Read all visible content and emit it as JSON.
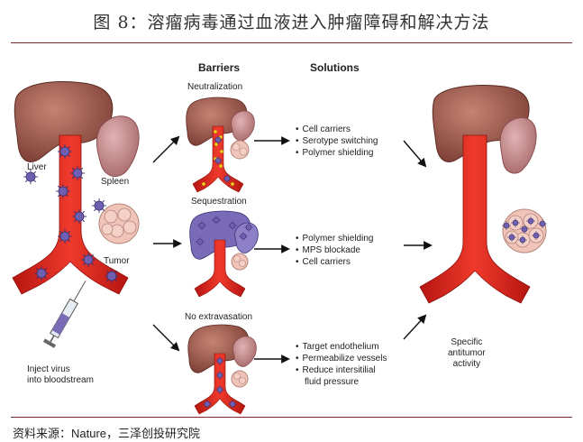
{
  "figure": {
    "title": "图 8：溶瘤病毒通过血液进入肿瘤障碍和解决方法",
    "source": "资料来源：Nature，三泽创投研究院"
  },
  "headers": {
    "barriers": "Barriers",
    "solutions": "Solutions"
  },
  "left_labels": {
    "liver": "Liver",
    "spleen": "Spleen",
    "tumor": "Tumor",
    "inject": "Inject virus\ninto bloodstream"
  },
  "barriers": [
    {
      "name": "Neutralization",
      "solutions": [
        "Cell carriers",
        "Serotype switching",
        "Polymer shielding"
      ]
    },
    {
      "name": "Sequestration",
      "solutions": [
        "Polymer shielding",
        "MPS blockade",
        "Cell carriers"
      ]
    },
    {
      "name": "No extravasation",
      "solutions": [
        "Target endothelium",
        "Permeabilize vessels",
        "Reduce intersitilial",
        "fluid pressure"
      ]
    }
  ],
  "outcome": {
    "label": "Specific\nantitumor\nactivity"
  },
  "colors": {
    "liver": "#9c5a4e",
    "vessel": "#e0261c",
    "vessel_dark": "#b31410",
    "spleen": "#c88b8b",
    "tumor": "#e8b4a8",
    "virus": "#6b5aa8",
    "title_rule": "#7a2a2a"
  }
}
